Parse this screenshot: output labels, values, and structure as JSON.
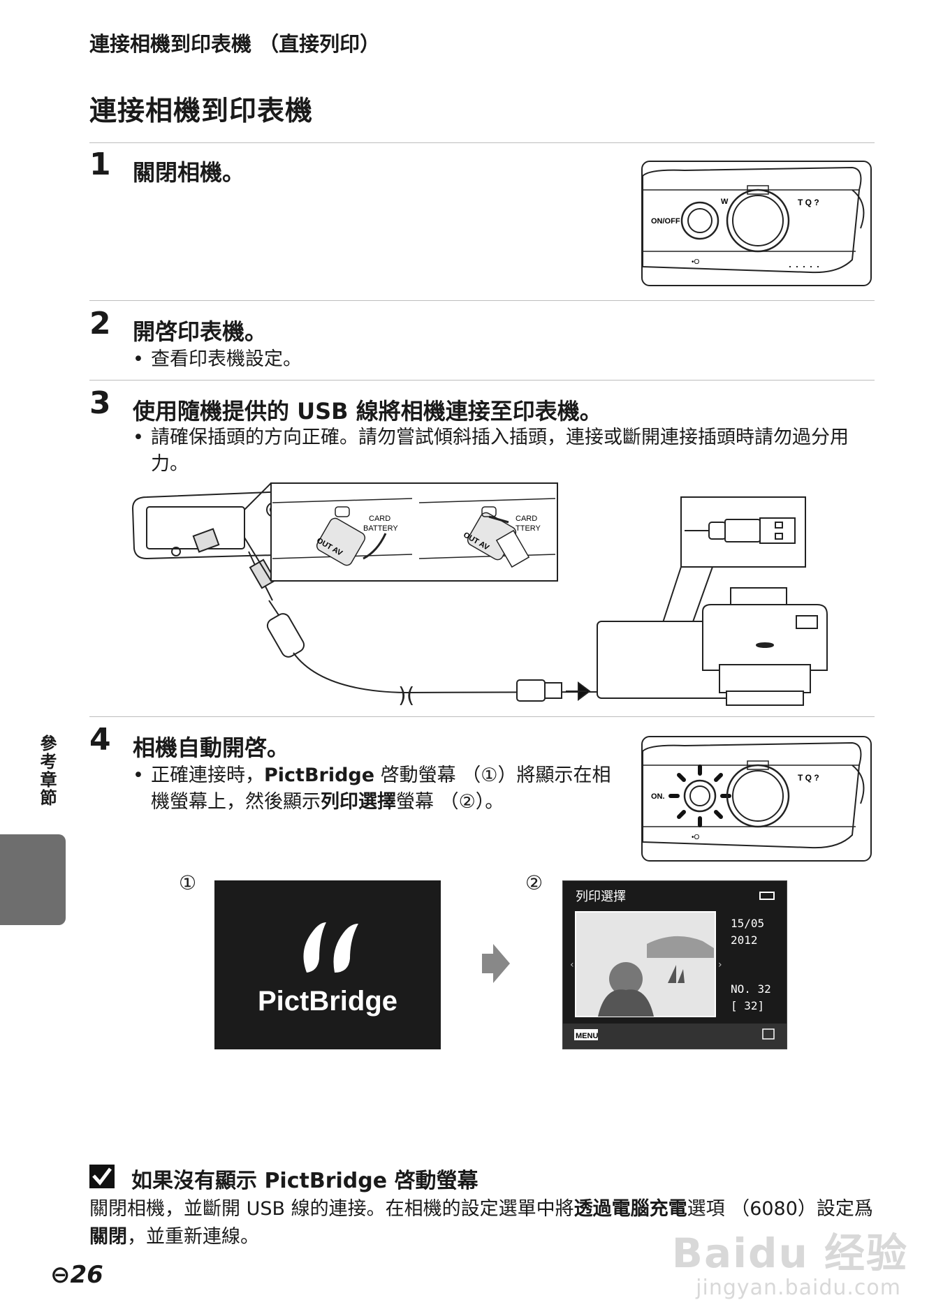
{
  "header": "連接相機到印表機 （直接列印）",
  "page_title": "連接相機到印表機",
  "steps": [
    {
      "num": "1",
      "title": "關閉相機。"
    },
    {
      "num": "2",
      "title": "開啓印表機。",
      "bullet": "查看印表機設定。"
    },
    {
      "num": "3",
      "title": "使用隨機提供的 USB 線將相機連接至印表機。",
      "bullet": "請確保插頭的方向正確。請勿嘗試傾斜插入插頭，連接或斷開連接插頭時請勿過分用力。"
    },
    {
      "num": "4",
      "title": "相機自動開啓。",
      "bullet_a": "正確連接時，",
      "bullet_b": "PictBridge",
      "bullet_c": " 啓動螢幕 （①）將顯示在相機螢幕上，然後顯示",
      "bullet_d": "列印選擇",
      "bullet_e": "螢幕 （②）。"
    }
  ],
  "figures": {
    "camera_top_label_off": "ON/OFF",
    "camera_top_label_on": "ON.",
    "card_label": "CARD",
    "battery_label": "BATTERY",
    "plug_label": "OUT\nAV",
    "marker_1": "①",
    "marker_2": "②",
    "pictbridge_logo_text": "PictBridge",
    "print_select_title": "列印選擇",
    "print_select_date": "15/05",
    "print_select_year": "2012",
    "print_select_no": "NO. 32",
    "print_select_count": "[    32]",
    "print_select_menu": "MENU"
  },
  "side_tab_label": "參考章節",
  "note": {
    "title": "如果沒有顯示 PictBridge 啓動螢幕",
    "text_a": "關閉相機，並斷開 USB 線的連接。在相機的設定選單中將",
    "text_b": "透過電腦充電",
    "text_c": "選項 （",
    "text_ref": "6080",
    "text_d": "）設定爲",
    "text_e": "關閉",
    "text_f": "，並重新連線。"
  },
  "page_number": "26",
  "watermark": "Baidu 经验",
  "watermark_url": "jingyan.baidu.com"
}
